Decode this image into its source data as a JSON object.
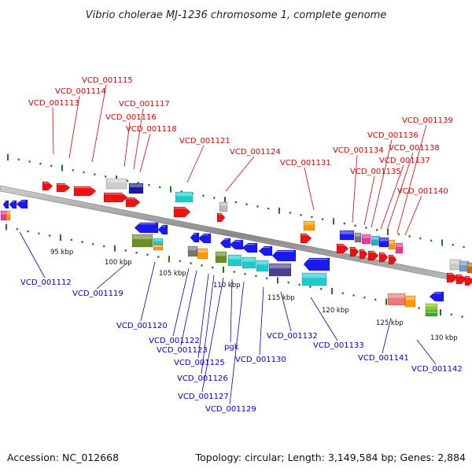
{
  "title": "Vibrio cholerae MJ-1236 chromosome 1, complete genome",
  "footer": {
    "accession": "Accession: NC_012668",
    "summary": "Topology: circular; Length: 3,149,584 bp; Genes: 2,884"
  },
  "colors": {
    "forward_label": "#dd0000",
    "reverse_label": "#0000cc",
    "backbone": "#999999",
    "tick": "#1a7a1a"
  },
  "scale_labels": [
    "95 kbp",
    "100 kbp",
    "105 kbp",
    "110 kbp",
    "115 kbp",
    "120 kbp",
    "125 kbp",
    "130 kbp"
  ],
  "forward_genes": [
    "VCD_001113",
    "VCD_001114",
    "VCD_001115",
    "VCD_001116",
    "VCD_001117",
    "VCD_001118",
    "VCD_001121",
    "VCD_001124",
    "VCD_001131",
    "VCD_001134",
    "VCD_001135",
    "VCD_001136",
    "VCD_001137",
    "VCD_001138",
    "VCD_001139",
    "VCD_001140"
  ],
  "reverse_genes": [
    "VCD_001112",
    "VCD_001119",
    "VCD_001120",
    "VCD_001122",
    "VCD_001123",
    "VCD_001125",
    "VCD_001126",
    "VCD_001127",
    "pgk",
    "VCD_001129",
    "VCD_001130",
    "VCD_001132",
    "VCD_001133",
    "VCD_001141",
    "VCD_001142"
  ]
}
